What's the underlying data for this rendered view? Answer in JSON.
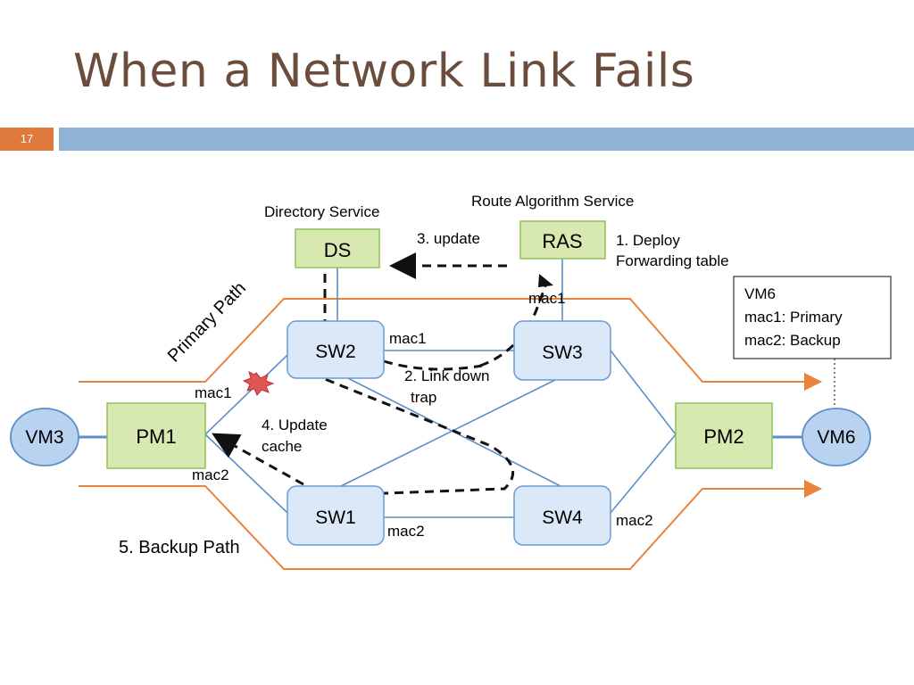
{
  "slide": {
    "title": "When a Network Link Fails",
    "number": "17"
  },
  "diagram": {
    "labels": {
      "directory_service": "Directory Service",
      "route_algorithm_service": "Route Algorithm Service",
      "step1_line1": "1.  Deploy",
      "step1_line2": "Forwarding table",
      "step2_line1": "2. Link down",
      "step2_line2": "trap",
      "step3": "3. update",
      "step4_line1": "4. Update",
      "step4_line2": "cache",
      "step5": "5. Backup Path",
      "primary_path": "Primary Path",
      "mac1_pm1": "mac1",
      "mac2_pm1": "mac2",
      "mac1_sw2": "mac1",
      "mac1_ras": "mac1",
      "mac2_sw1": "mac2",
      "mac2_sw4": "mac2"
    },
    "nodes": {
      "ds": "DS",
      "ras": "RAS",
      "sw1": "SW1",
      "sw2": "SW2",
      "sw3": "SW3",
      "sw4": "SW4",
      "pm1": "PM1",
      "pm2": "PM2",
      "vm3": "VM3",
      "vm6": "VM6"
    },
    "vm6_box": {
      "line1": "VM6",
      "line2": "mac1: Primary",
      "line3": "mac2: Backup"
    },
    "colors": {
      "service_box": "#d7e9b0",
      "switch_box": "#dbe8f7",
      "path": "#e8843c",
      "link": "#5b8fc7"
    }
  }
}
